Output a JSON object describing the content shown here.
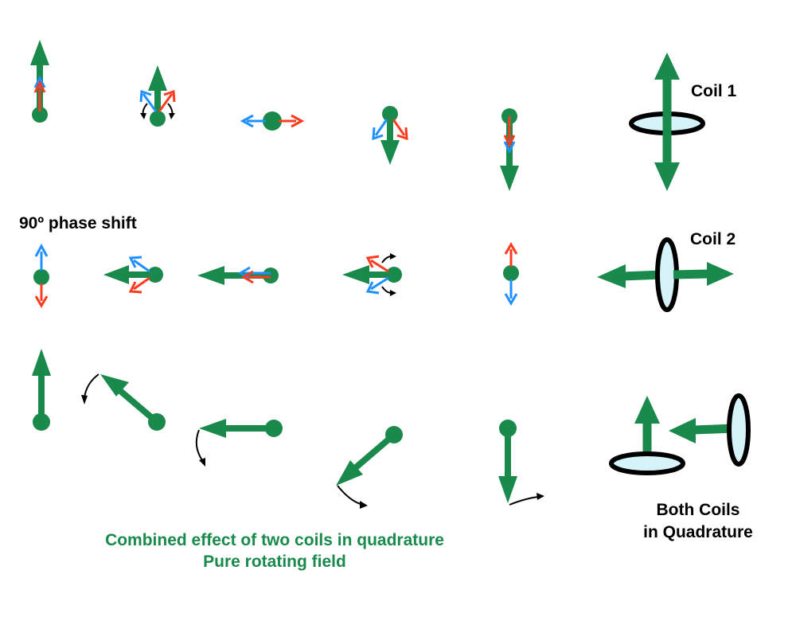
{
  "labels": {
    "coil1": "Coil 1",
    "coil2": "Coil 2",
    "phase_shift": "90º phase shift",
    "both_coils": [
      "Both Coils",
      "in Quadrature"
    ],
    "caption": [
      "Combined effect of two coils in quadrature",
      "Pure rotating field"
    ]
  },
  "colors": {
    "field": "#1a8a4c",
    "component_a": "#1e90ff",
    "component_b": "#ff3b1f",
    "rotation": "#000000",
    "coil_fill": "#d6f3fa",
    "coil_outline": "#000000"
  },
  "rows": [
    {
      "name": "coil-1-field",
      "resultant_angles_deg": [
        90,
        90,
        0,
        -90,
        -90
      ],
      "shown_magnitude": [
        1,
        1,
        0,
        1,
        1
      ]
    },
    {
      "name": "coil-2-field",
      "resultant_angles_deg": [
        0,
        180,
        180,
        180,
        0
      ],
      "shown_magnitude": [
        0,
        1,
        1,
        1,
        0
      ]
    },
    {
      "name": "combined-rotating-field",
      "resultant_angles_deg": [
        90,
        135,
        180,
        225,
        270
      ],
      "shown_magnitude": [
        1,
        1,
        1,
        1,
        1
      ]
    }
  ]
}
